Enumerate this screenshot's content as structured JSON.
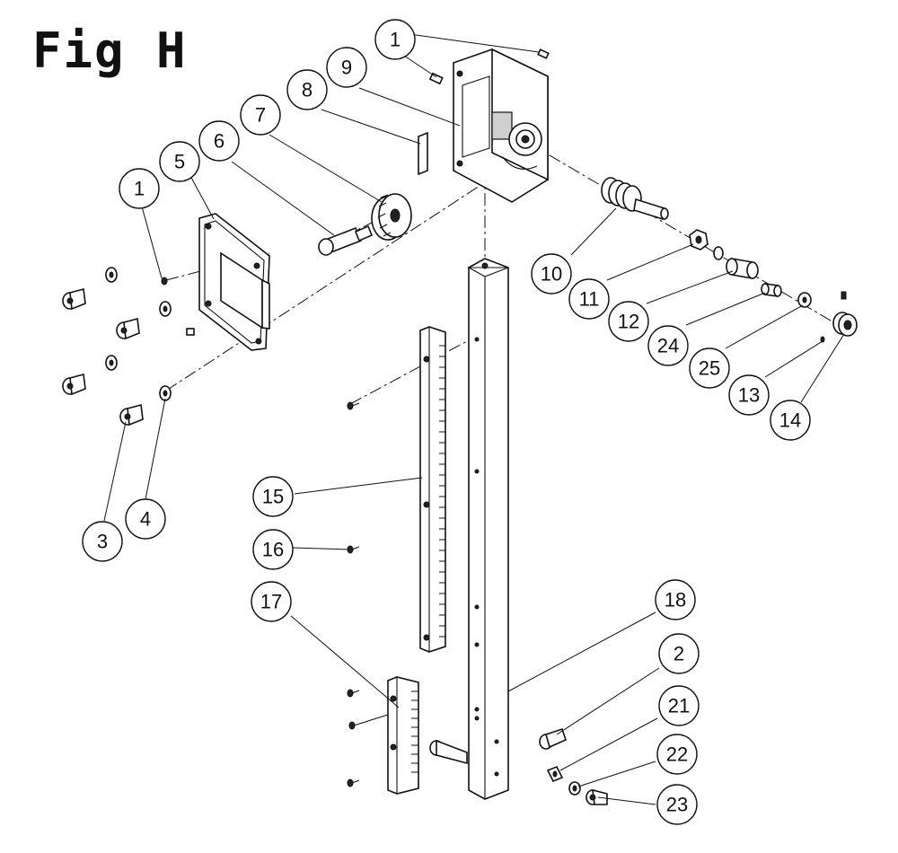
{
  "figure": {
    "title": "Fig H"
  },
  "callouts": [
    "1",
    "9",
    "8",
    "7",
    "6",
    "5",
    "1",
    "10",
    "11",
    "12",
    "24",
    "25",
    "13",
    "14",
    "3",
    "4",
    "15",
    "16",
    "17",
    "18",
    "2",
    "21",
    "22",
    "23"
  ]
}
